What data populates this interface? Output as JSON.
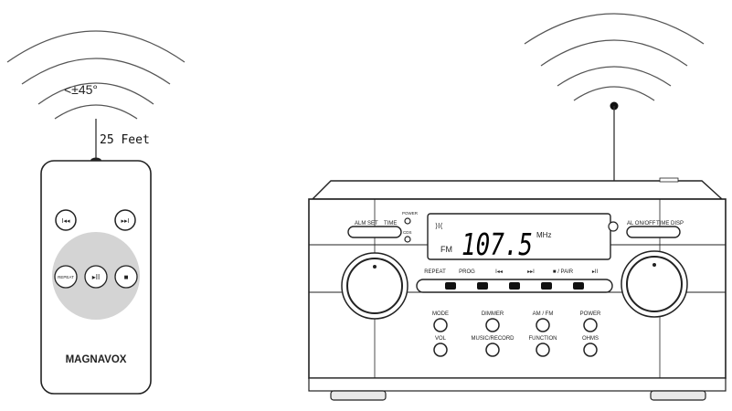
{
  "remote": {
    "angle_label": "<±45°",
    "distance_label": "25 Feet",
    "brand": "MAGNAVOX",
    "buttons": {
      "prev": "I◂◂",
      "next": "▸▸I",
      "repeat": "REPEAT",
      "play_pause": "▸II",
      "stop": "■"
    }
  },
  "stereo": {
    "display": {
      "band": "FM",
      "frequency": "107.5",
      "unit": "MHz",
      "icon": "bluetooth-icon"
    },
    "labels": {
      "alarm": "ALM SET",
      "time": "TIME",
      "power_ind": "POWER",
      "cd_ind": "CDS",
      "al_on_off": "AL ON/OFF",
      "time_disp": "TIME DISP",
      "repeat": "REPEAT",
      "prog": "PROG",
      "prev": "I◂◂",
      "next": "▸▸I",
      "pair": "■ / PAIR",
      "play": "▸II",
      "mode": "MODE",
      "dimmer": "DIMMER",
      "am_fm": "AM / FM",
      "power": "POWER",
      "vol": "VOL",
      "music": "MUSIC/RECORD",
      "function": "FUNCTION",
      "ohms": "OHMS"
    }
  }
}
